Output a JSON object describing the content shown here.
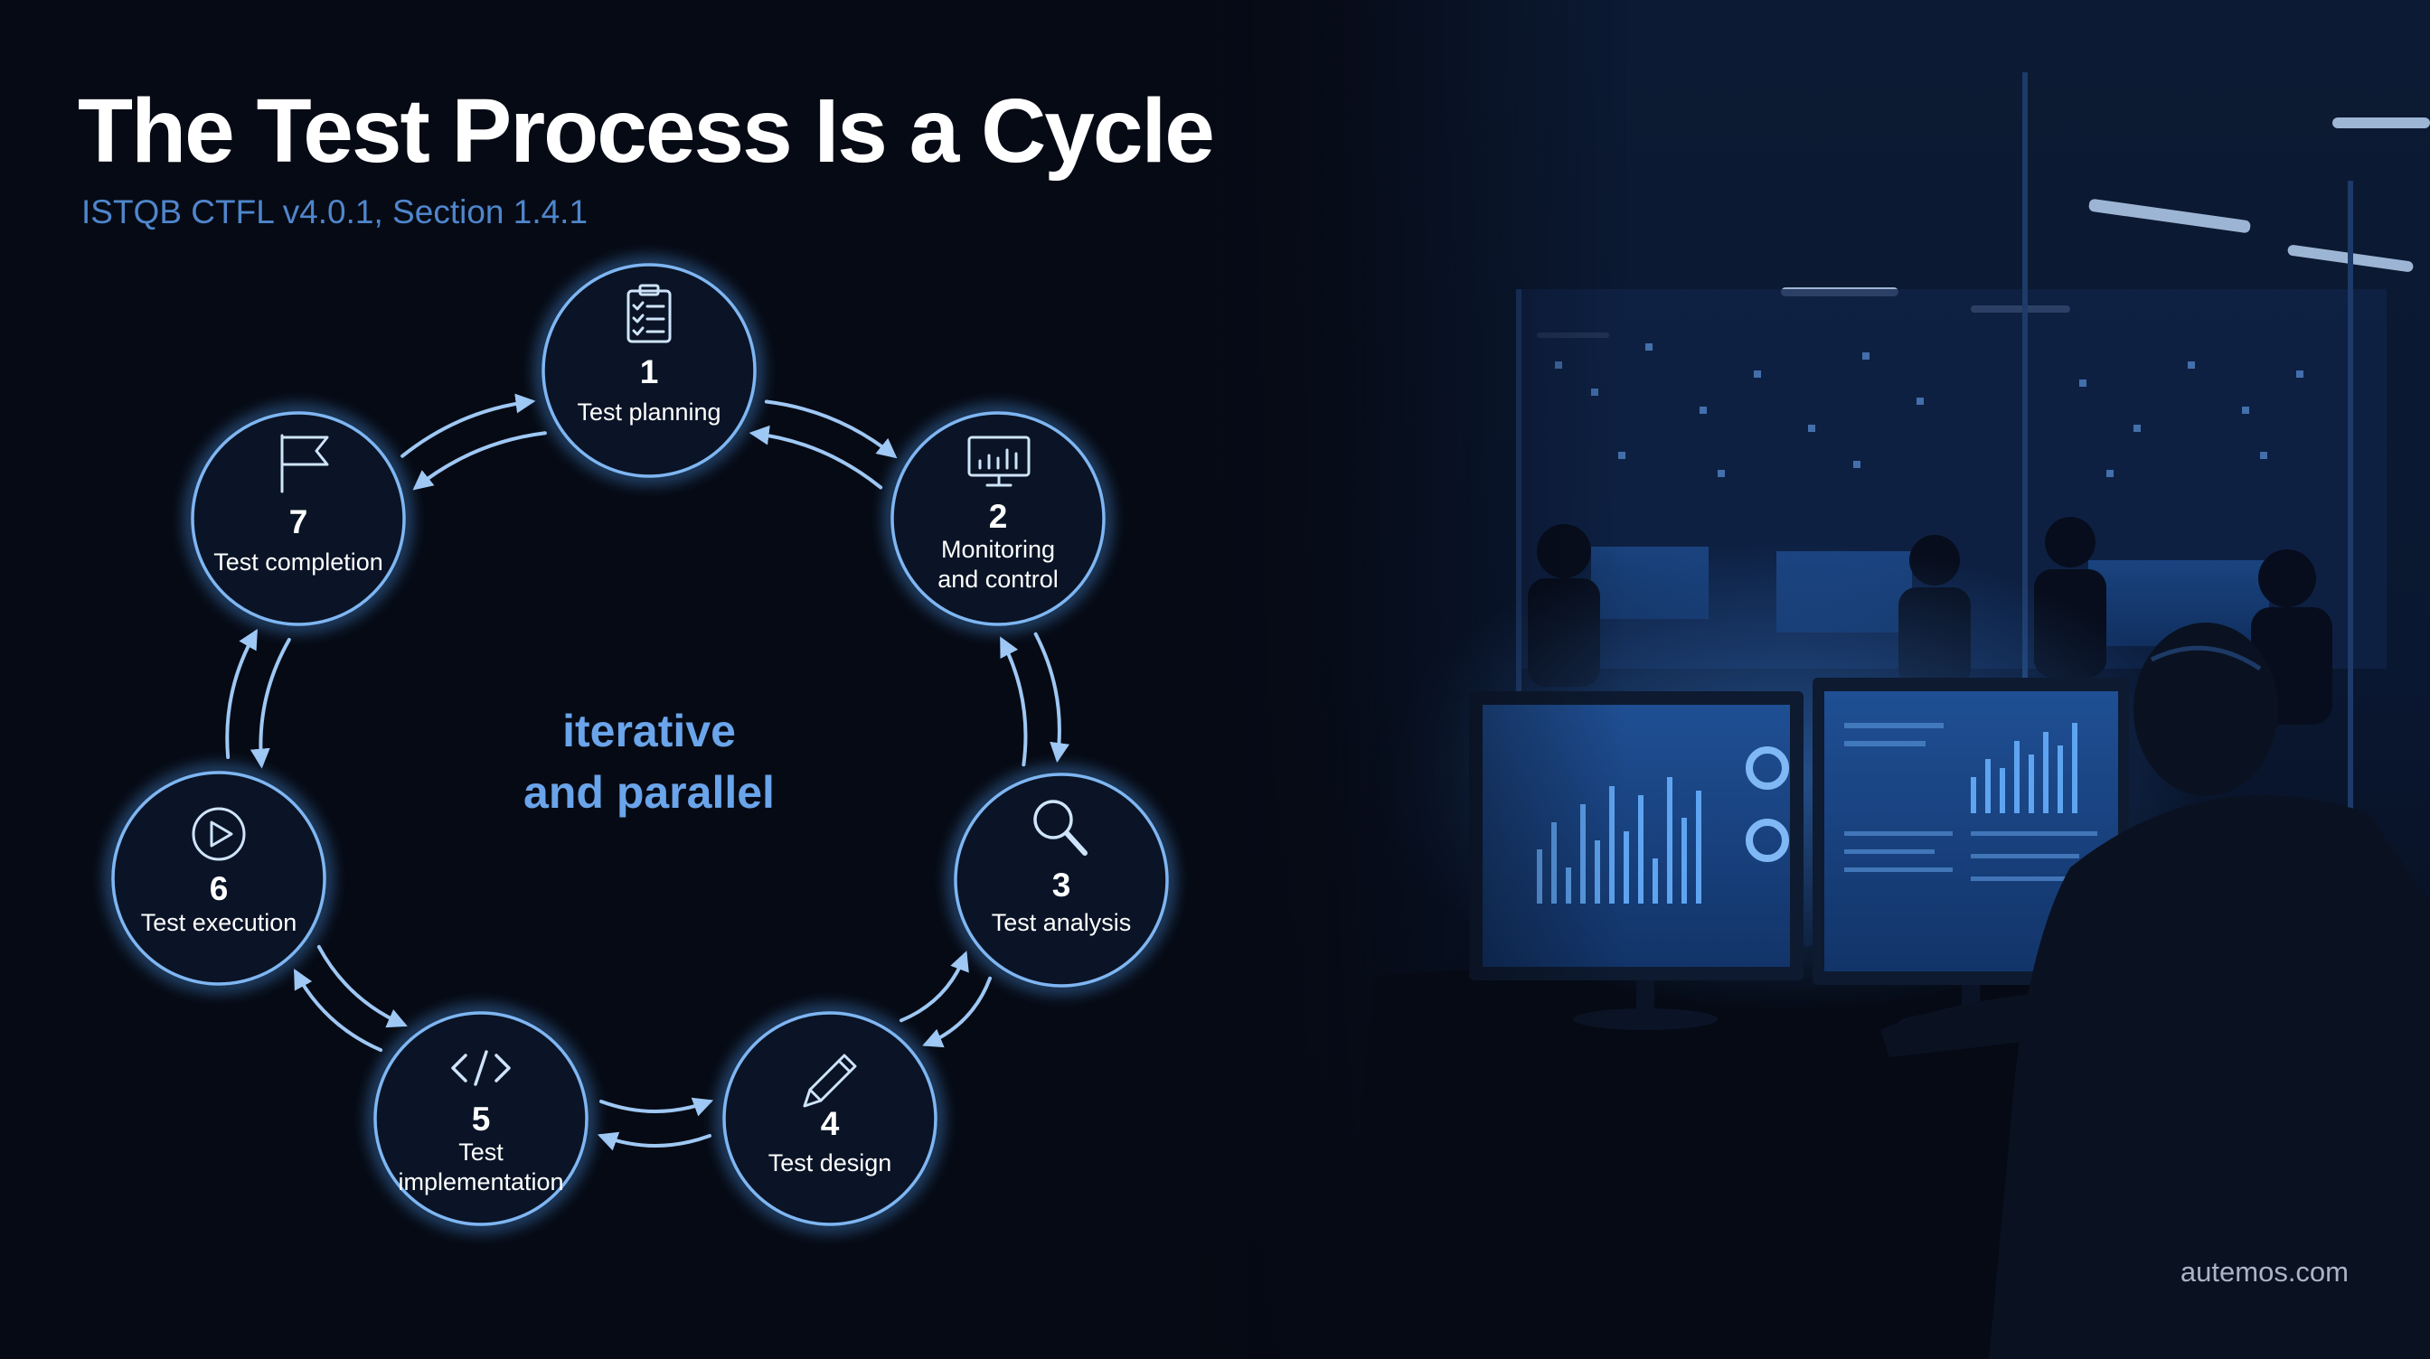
{
  "title": "The Test Process Is a Cycle",
  "subtitle": "ISTQB CTFL v4.0.1, Section 1.4.1",
  "center_text": [
    "iterative",
    "and parallel"
  ],
  "footer": "autemos.com",
  "colors": {
    "background": "#060a14",
    "node_fill": "#0a1426",
    "node_stroke": "#7fb6f2",
    "arrow": "#9fc8f4",
    "subtitle": "#4f86cc",
    "center_text": "#6aa4ea"
  },
  "steps": [
    {
      "number": "1",
      "label": [
        "Test planning"
      ],
      "icon": "clipboard-checklist-icon"
    },
    {
      "number": "2",
      "label": [
        "Monitoring",
        "and control"
      ],
      "icon": "monitor-chart-icon"
    },
    {
      "number": "3",
      "label": [
        "Test analysis"
      ],
      "icon": "magnifier-icon"
    },
    {
      "number": "4",
      "label": [
        "Test design"
      ],
      "icon": "pencil-icon"
    },
    {
      "number": "5",
      "label": [
        "Test",
        "implementation"
      ],
      "icon": "code-brackets-icon"
    },
    {
      "number": "6",
      "label": [
        "Test execution"
      ],
      "icon": "play-circle-icon"
    },
    {
      "number": "7",
      "label": [
        "Test completion"
      ],
      "icon": "flag-icon"
    }
  ],
  "background_photo": "dark office with analysts at monitors showing blue dashboards"
}
